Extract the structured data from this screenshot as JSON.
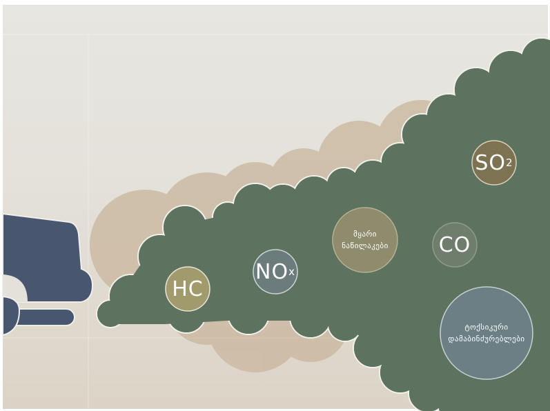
{
  "pollutants": {
    "hc": "HC",
    "nox_main": "NO",
    "nox_sub": "x",
    "so2_main": "SO",
    "so2_sub": "2",
    "co": "CO",
    "particles_line1": "მყარი",
    "particles_line2": "ნაწილაკები",
    "toxic_line1": "ტოქსიკური",
    "toxic_line2": "დამაბინძურებლები"
  },
  "colors": {
    "background": "#e4e1d9",
    "smoke_green": "#5e7260",
    "smoke_tan": "#c9b69e",
    "exhaust_pipe": "#485670",
    "bubble_hc": "#a09a6c",
    "bubble_nox": "#6c7b7c",
    "bubble_so2": "#7d7352",
    "bubble_co": "#6e7d6c",
    "bubble_particles": "#8f8c6e",
    "bubble_toxic": "#6b7f84"
  }
}
